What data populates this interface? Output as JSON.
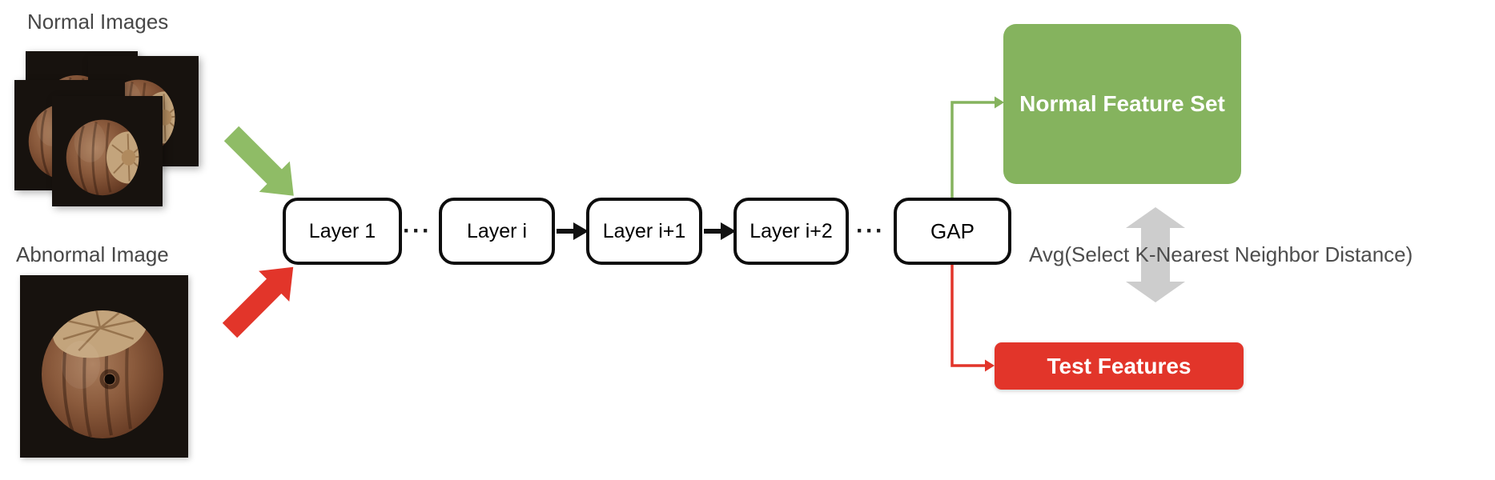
{
  "diagram": {
    "normal_images_label": "Normal Images",
    "abnormal_image_label": "Abnormal Image",
    "pipeline": {
      "ellipsis": "···",
      "boxes": [
        {
          "label": "Layer 1"
        },
        {
          "label": "Layer i"
        },
        {
          "label": "Layer i+1"
        },
        {
          "label": "Layer i+2"
        },
        {
          "label": "GAP"
        }
      ]
    },
    "outputs": {
      "normal_feature_set": "Normal Feature Set",
      "test_features": "Test Features"
    },
    "distance_label": "Avg(Select K-Nearest Neighbor Distance)",
    "colors": {
      "green": "#85B35E",
      "green_arrow": "#8FBC66",
      "red": "#E2352A",
      "gray_arrow": "#CDCDCD",
      "text_gray": "#4D4D4D"
    }
  }
}
